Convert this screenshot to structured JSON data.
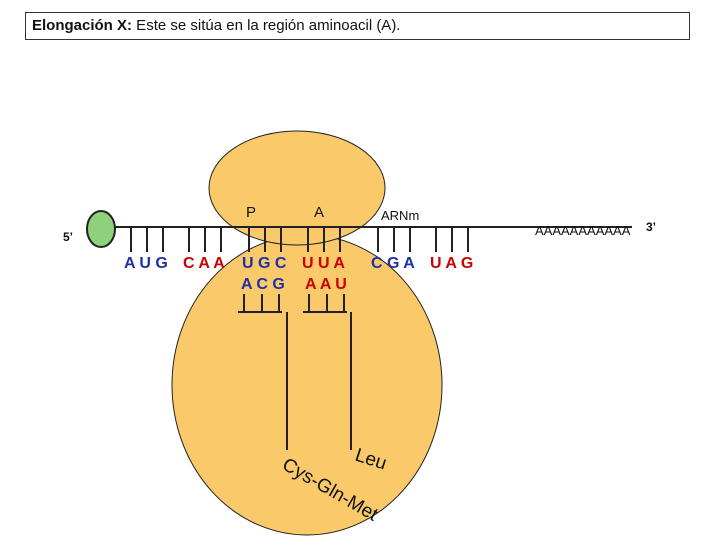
{
  "title": {
    "bold": "Elongación X:",
    "rest": " Este se sitúa en la región aminoacil (A)."
  },
  "labels": {
    "five_prime": "5’",
    "three_prime": "3’",
    "poly_a": "AAAAAAAAAAA",
    "mrna": "ARNm",
    "site_p": "P",
    "site_a": "A"
  },
  "codons": [
    {
      "text": "A U G",
      "color": "#1f2fa6"
    },
    {
      "text": "C A A",
      "color": "#cc0000"
    },
    {
      "text": "U G C",
      "color": "#1f2fa6"
    },
    {
      "text": "U U A",
      "color": "#cc0000"
    },
    {
      "text": "C G A",
      "color": "#1f2fa6"
    },
    {
      "text": "U A G",
      "color": "#cc0000"
    }
  ],
  "anticodons": [
    {
      "text": "A C G",
      "color": "#1f2fa6"
    },
    {
      "text": "A A U",
      "color": "#cc0000"
    }
  ],
  "peptide_labels": {
    "leu": "Leu",
    "chain": "Cys-Gln-Met"
  },
  "colors": {
    "ribosome": "#f9c96a",
    "cap": "#8fd17a",
    "blue": "#1f2fa6",
    "red": "#cc0000"
  }
}
